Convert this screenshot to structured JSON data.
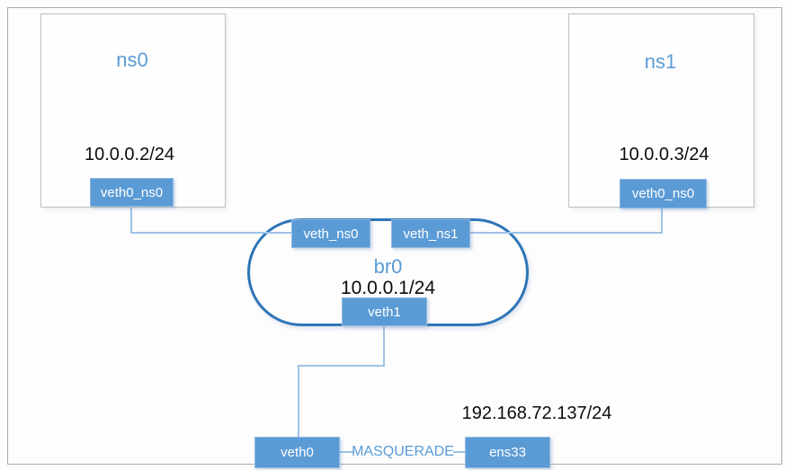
{
  "diagram": {
    "namespaces": [
      {
        "name": "ns0",
        "ip": "10.0.0.2/24",
        "interface": "veth0_ns0"
      },
      {
        "name": "ns1",
        "ip": "10.0.0.3/24",
        "interface": "veth0_ns0"
      }
    ],
    "bridge": {
      "name": "br0",
      "ip": "10.0.0.1/24",
      "ports": [
        "veth_ns0",
        "veth_ns1"
      ],
      "uplink_port": "veth1"
    },
    "host": {
      "veth": "veth0",
      "nat": "MASQUERADE",
      "external_interface": "ens33",
      "external_ip": "192.168.72.137/24"
    },
    "colors": {
      "accent_blue": "#5b9bd5",
      "bridge_border": "#2e75b6",
      "connector": "#9dc3e6",
      "frame_border": "#ababab",
      "ns_box_border": "#bfbfbf"
    }
  }
}
